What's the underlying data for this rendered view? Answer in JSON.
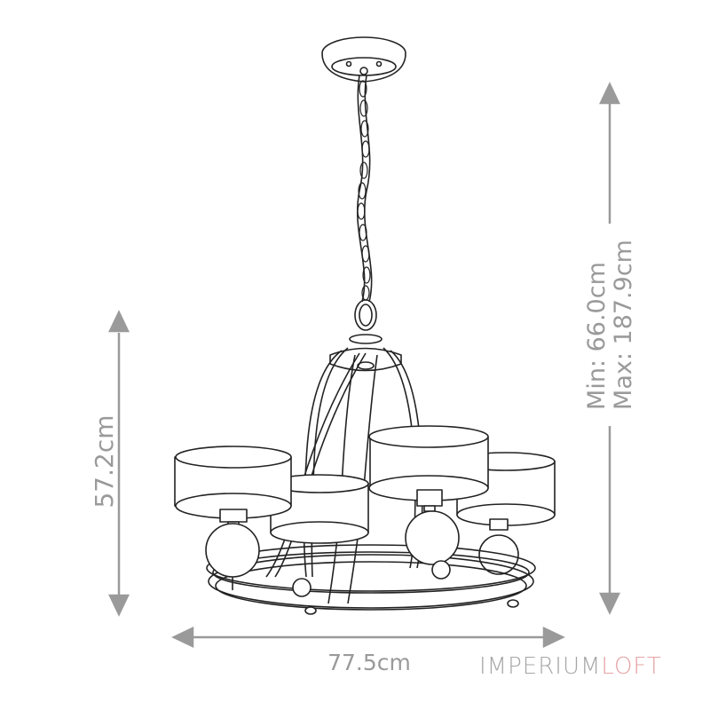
{
  "diagram": {
    "subject": "three-arm-with-shades chandelier line drawing (4 shades, hanging chain, ceiling canopy)",
    "dimensions": {
      "height": "57.2cm",
      "width": "77.5cm",
      "drop_min": "Min: 66.0cm",
      "drop_max": "Max: 187.9cm"
    },
    "colors": {
      "dimension_gray": "#9a9a9a",
      "line_art": "#222222",
      "logo_gray": "#a6a6a6",
      "logo_pink": "#e6a3a6"
    }
  },
  "brand": {
    "part1": "IMPERIUM",
    "part2": "LOFT"
  }
}
